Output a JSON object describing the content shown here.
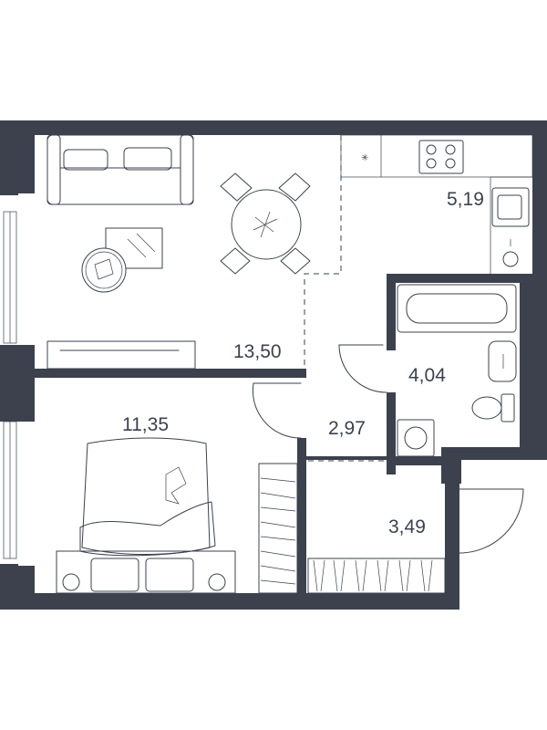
{
  "floor_plan": {
    "colors": {
      "wall": "#3c414d",
      "line": "#3c414d",
      "background": "#ffffff"
    },
    "rooms": [
      {
        "id": "living",
        "area": "13,50"
      },
      {
        "id": "kitchen",
        "area": "5,19"
      },
      {
        "id": "bathroom",
        "area": "4,04"
      },
      {
        "id": "hall",
        "area": "2,97"
      },
      {
        "id": "bedroom",
        "area": "11,35"
      },
      {
        "id": "wardrobe",
        "area": "3,49"
      }
    ],
    "icons": [
      "sofa-icon",
      "dining-table-icon",
      "coffee-table-icon",
      "tv-unit-icon",
      "hob-icon",
      "sink-icon",
      "bathtub-icon",
      "toilet-icon",
      "washing-machine-icon",
      "bed-icon",
      "wardrobe-icon"
    ]
  }
}
